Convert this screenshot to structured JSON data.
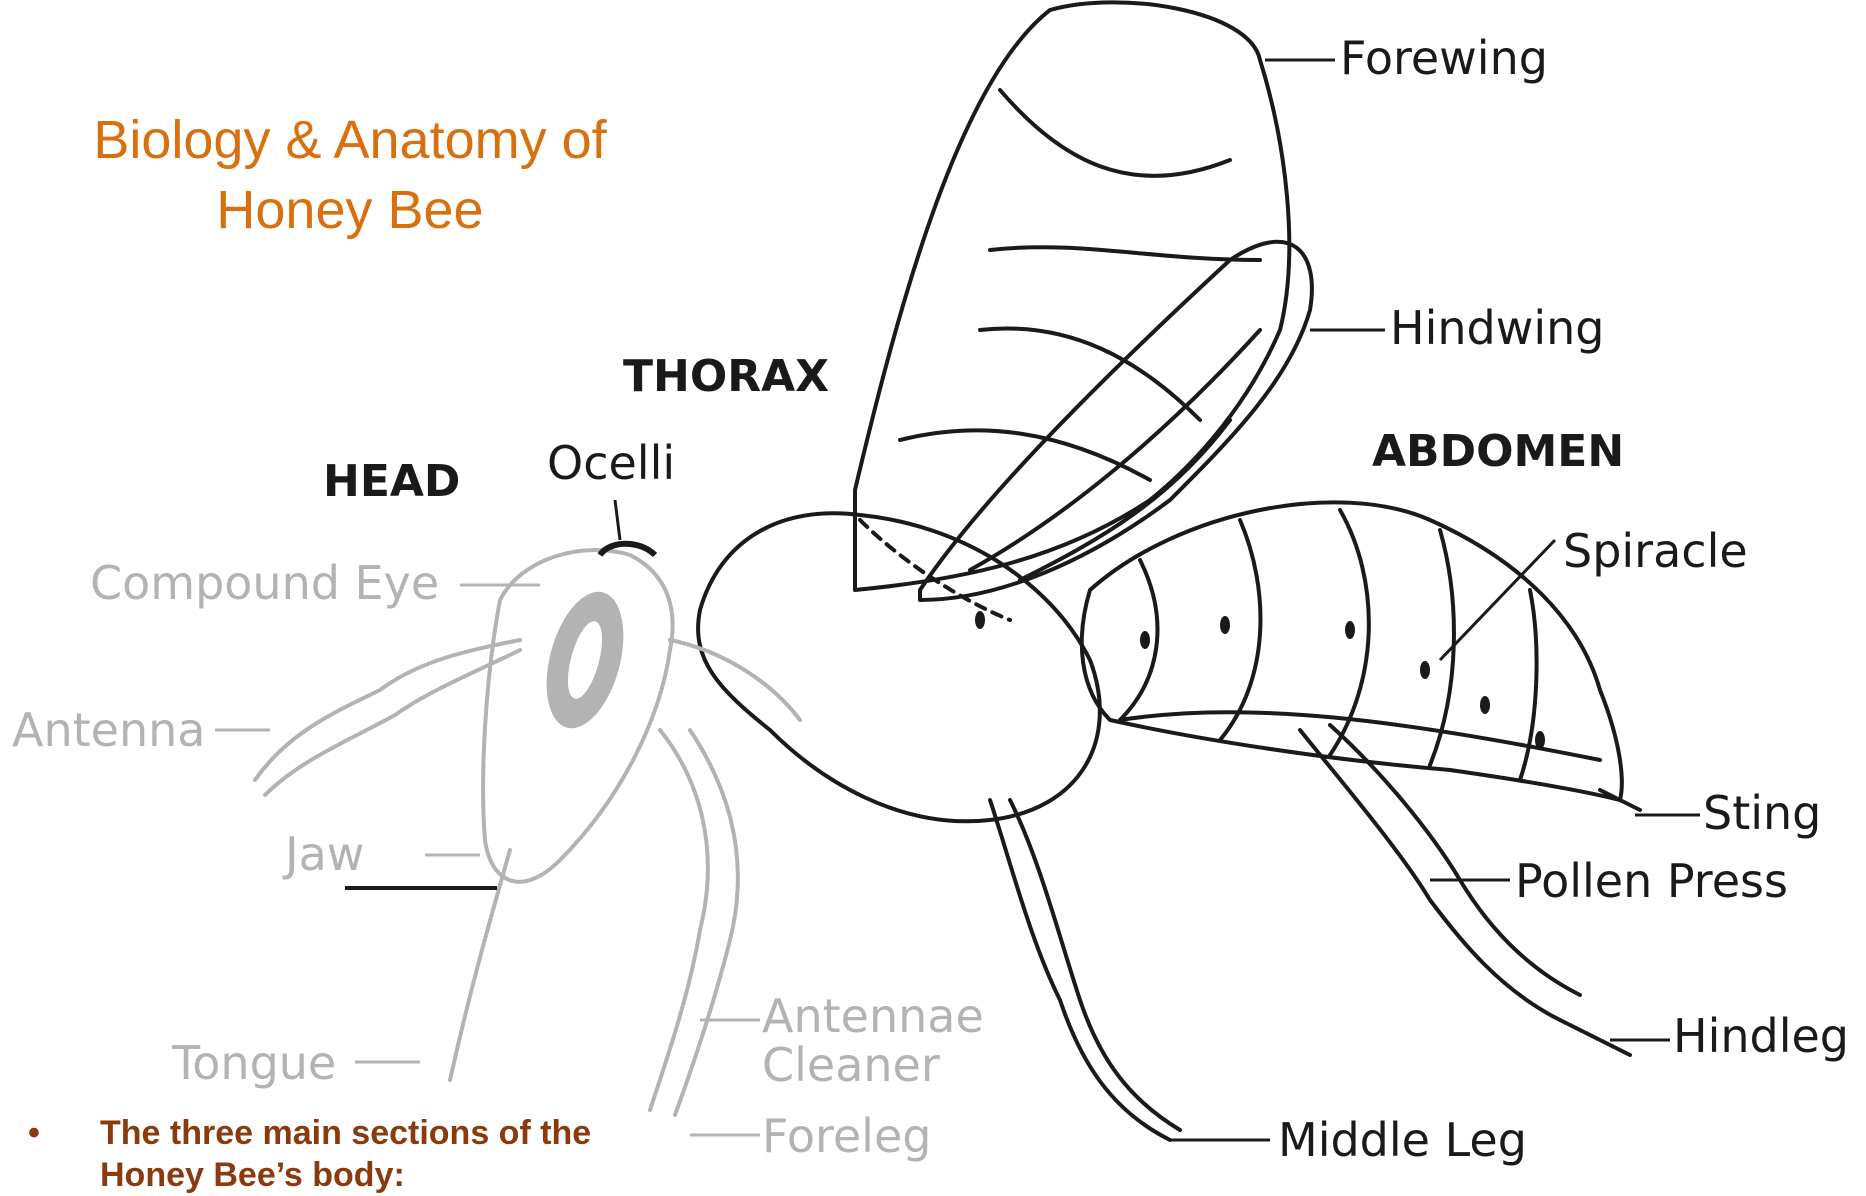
{
  "title": {
    "line1": "Biology & Anatomy of",
    "line2": "Honey Bee"
  },
  "sections": {
    "head": "HEAD",
    "thorax": "THORAX",
    "abdomen": "ABDOMEN"
  },
  "labels": {
    "forewing": "Forewing",
    "hindwing": "Hindwing",
    "ocelli": "Ocelli",
    "compound_eye": "Compound Eye",
    "antenna": "Antenna",
    "jaw": "Jaw",
    "tongue": "Tongue",
    "antennae_cleaner_1": "Antennae",
    "antennae_cleaner_2": "Cleaner",
    "foreleg": "Foreleg",
    "middle_leg": "Middle Leg",
    "spiracle": "Spiracle",
    "sting": "Sting",
    "pollen_press": "Pollen Press",
    "hindleg": "Hindleg"
  },
  "bullets": [
    "The three main sections of the Honey Bee’s body:"
  ],
  "colors": {
    "title": "#d9700f",
    "bullet_text": "#8a3a0d",
    "faded": "#b3b3b3",
    "ink": "#1a1a1a"
  }
}
